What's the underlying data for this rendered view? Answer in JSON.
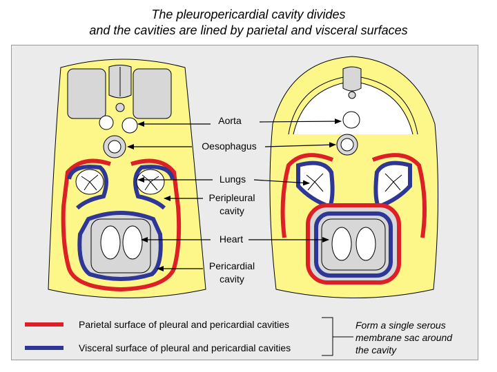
{
  "title": {
    "line1": "The pleuropericardial cavity divides",
    "line2": "and the cavities are lined by parietal and visceral surfaces"
  },
  "labels": {
    "aorta": "Aorta",
    "oesophagus": "Oesophagus",
    "lungs": "Lungs",
    "peripleural_1": "Peripleural",
    "peripleural_2": "cavity",
    "heart": "Heart",
    "pericardial_1": "Pericardial",
    "pericardial_2": "cavity"
  },
  "legend": {
    "parietal": {
      "text": "Parietal surface of pleural and pericardial cavities",
      "color": "#dd1f26"
    },
    "visceral": {
      "text": "Visceral surface of pleural and pericardial cavities",
      "color": "#2e3796"
    }
  },
  "note": {
    "line1": "Form a single serous",
    "line2": "membrane sac around",
    "line3": "the cavity"
  },
  "colors": {
    "body": "#fdf78a",
    "tissue": "#d7d7d7",
    "heart": "#ffffff",
    "parietal": "#dd1f26",
    "visceral": "#2e3796"
  }
}
